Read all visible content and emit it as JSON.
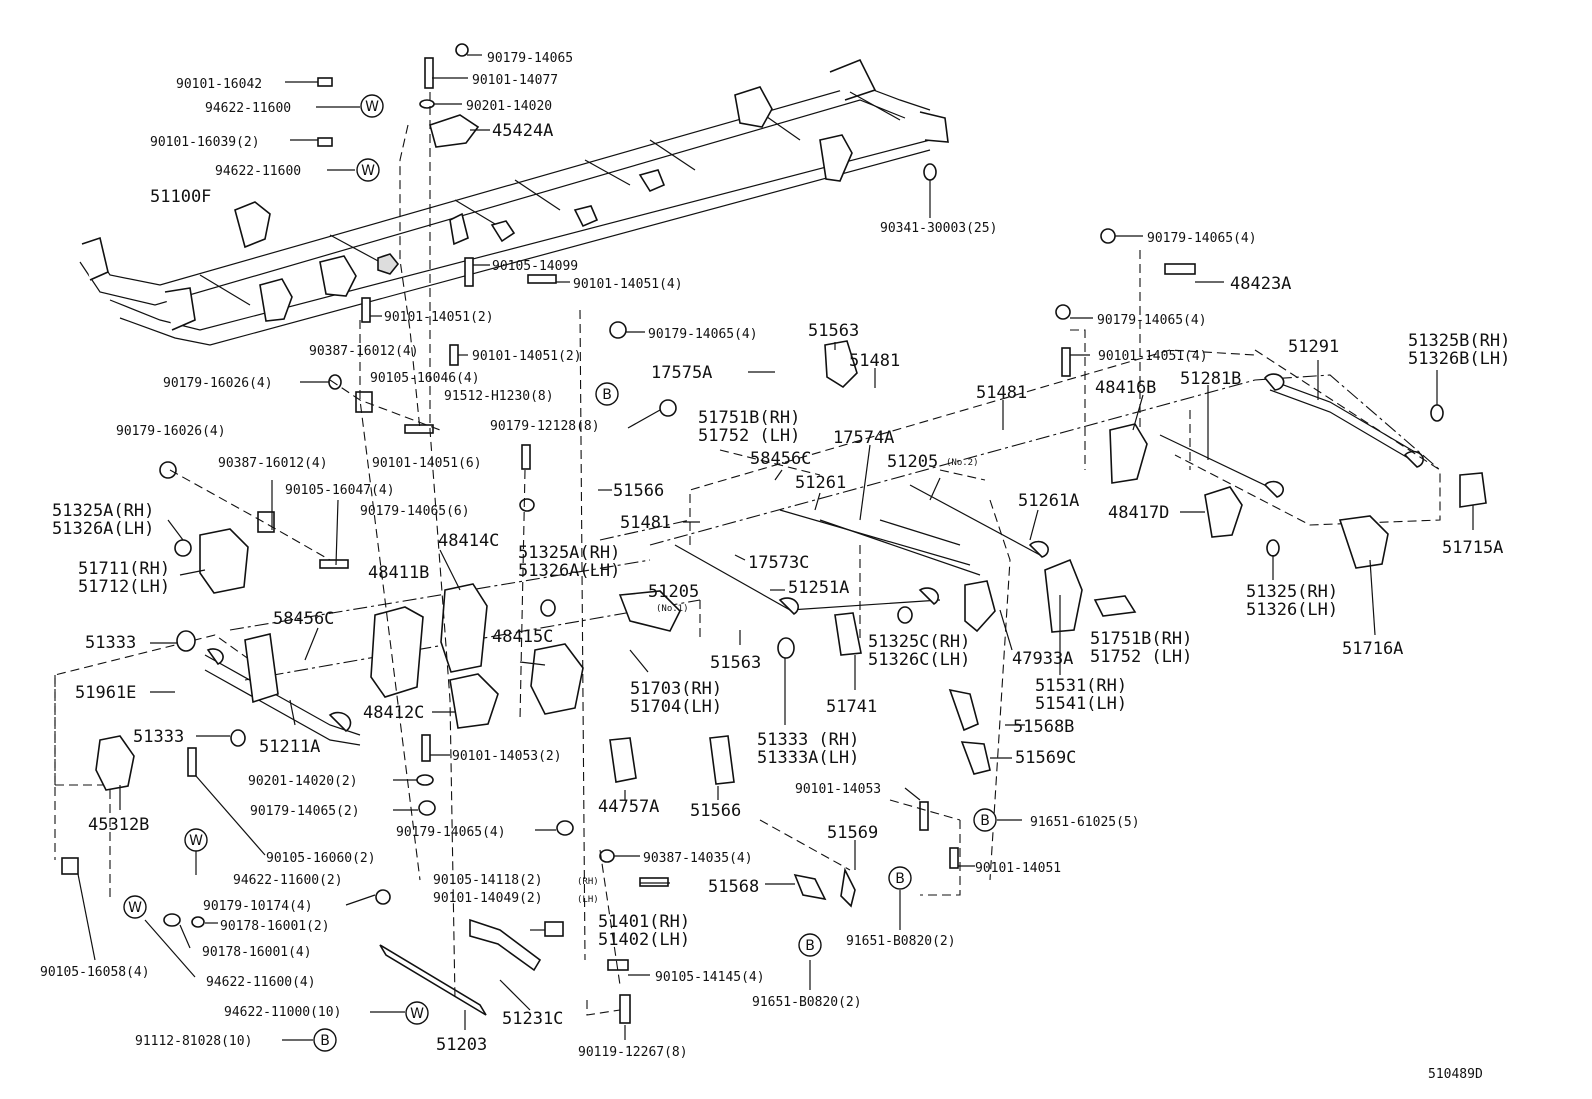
{
  "diagram_id": "510489D",
  "symbols": {
    "washer": "W",
    "bolt": "B"
  },
  "labels": [
    {
      "id": "l1",
      "text": "90179-14065"
    },
    {
      "id": "l2",
      "text": "90101-16042"
    },
    {
      "id": "l3",
      "text": "90101-14077"
    },
    {
      "id": "l4",
      "text": "94622-11600"
    },
    {
      "id": "l5",
      "text": "90201-14020"
    },
    {
      "id": "l6",
      "text": "45424A"
    },
    {
      "id": "l7",
      "text": "90101-16039(2)"
    },
    {
      "id": "l8",
      "text": "94622-11600"
    },
    {
      "id": "l9",
      "text": "51100F"
    },
    {
      "id": "l10",
      "text": "90341-30003(25)"
    },
    {
      "id": "l11",
      "text": "90179-14065(4)"
    },
    {
      "id": "l12",
      "text": "48423A"
    },
    {
      "id": "l13",
      "text": "90105-14099"
    },
    {
      "id": "l14",
      "text": "90101-14051(4)"
    },
    {
      "id": "l15",
      "text": "90101-14051(2)"
    },
    {
      "id": "l16",
      "text": "90179-14065(4)"
    },
    {
      "id": "l17",
      "text": "51563"
    },
    {
      "id": "l18",
      "text": "90179-14065(4)"
    },
    {
      "id": "l19",
      "text": "51291"
    },
    {
      "id": "l20",
      "text": "51325B(RH)"
    },
    {
      "id": "l21",
      "text": "51326B(LH)"
    },
    {
      "id": "l22",
      "text": "90387-16012(4)"
    },
    {
      "id": "l23",
      "text": "90101-14051(2)"
    },
    {
      "id": "l24",
      "text": "51481"
    },
    {
      "id": "l25",
      "text": "90101-14051(4)"
    },
    {
      "id": "l26",
      "text": "90179-16026(4)"
    },
    {
      "id": "l27",
      "text": "90105-16046(4)"
    },
    {
      "id": "l28",
      "text": "17575A"
    },
    {
      "id": "l29",
      "text": "48416B"
    },
    {
      "id": "l30",
      "text": "51281B"
    },
    {
      "id": "l31",
      "text": "91512-H1230(8)"
    },
    {
      "id": "l32",
      "text": "51481"
    },
    {
      "id": "l33",
      "text": "90179-12128(8)"
    },
    {
      "id": "l34",
      "text": "51751B(RH)"
    },
    {
      "id": "l35",
      "text": "51752  (LH)"
    },
    {
      "id": "l36",
      "text": "17574A"
    },
    {
      "id": "l37",
      "text": "90179-16026(4)"
    },
    {
      "id": "l38",
      "text": "90101-14051(6)"
    },
    {
      "id": "l39",
      "text": "58456C"
    },
    {
      "id": "l40",
      "text": "51205"
    },
    {
      "id": "l41",
      "text": "(No.2)"
    },
    {
      "id": "l42",
      "text": "90387-16012(4)"
    },
    {
      "id": "l43",
      "text": "51261"
    },
    {
      "id": "l44",
      "text": "51566"
    },
    {
      "id": "l45",
      "text": "90105-16047(4)"
    },
    {
      "id": "l46",
      "text": "90179-14065(6)"
    },
    {
      "id": "l47",
      "text": "51261A"
    },
    {
      "id": "l48",
      "text": "48417D"
    },
    {
      "id": "l49",
      "text": "51715A"
    },
    {
      "id": "l50",
      "text": "51325A(RH)"
    },
    {
      "id": "l51",
      "text": "51326A(LH)"
    },
    {
      "id": "l52",
      "text": "51481"
    },
    {
      "id": "l53",
      "text": "48414C"
    },
    {
      "id": "l54",
      "text": "17573C"
    },
    {
      "id": "l55",
      "text": "51325A(RH)"
    },
    {
      "id": "l56",
      "text": "51326A(LH)"
    },
    {
      "id": "l57",
      "text": "51711(RH)"
    },
    {
      "id": "l58",
      "text": "51712(LH)"
    },
    {
      "id": "l59",
      "text": "48411B"
    },
    {
      "id": "l60",
      "text": "51251A"
    },
    {
      "id": "l61",
      "text": "51205"
    },
    {
      "id": "l62",
      "text": "(No.1)"
    },
    {
      "id": "l63",
      "text": "51325(RH)"
    },
    {
      "id": "l64",
      "text": "51326(LH)"
    },
    {
      "id": "l65",
      "text": "58456C"
    },
    {
      "id": "l66",
      "text": "51325C(RH)"
    },
    {
      "id": "l67",
      "text": "51326C(LH)"
    },
    {
      "id": "l68",
      "text": "51751B(RH)"
    },
    {
      "id": "l69",
      "text": "51752  (LH)"
    },
    {
      "id": "l70",
      "text": "51333"
    },
    {
      "id": "l71",
      "text": "48415C"
    },
    {
      "id": "l72",
      "text": "51563"
    },
    {
      "id": "l73",
      "text": "47933A"
    },
    {
      "id": "l74",
      "text": "51716A"
    },
    {
      "id": "l75",
      "text": "51961E"
    },
    {
      "id": "l76",
      "text": "51703(RH)"
    },
    {
      "id": "l77",
      "text": "51704(LH)"
    },
    {
      "id": "l78",
      "text": "51741"
    },
    {
      "id": "l79",
      "text": "51531(RH)"
    },
    {
      "id": "l80",
      "text": "51541(LH)"
    },
    {
      "id": "l81",
      "text": "48412C"
    },
    {
      "id": "l82",
      "text": "51568B"
    },
    {
      "id": "l83",
      "text": "51333"
    },
    {
      "id": "l84",
      "text": "51211A"
    },
    {
      "id": "l85",
      "text": "90101-14053(2)"
    },
    {
      "id": "l86",
      "text": "51333  (RH)"
    },
    {
      "id": "l87",
      "text": "51333A(LH)"
    },
    {
      "id": "l88",
      "text": "51569C"
    },
    {
      "id": "l89",
      "text": "90201-14020(2)"
    },
    {
      "id": "l90",
      "text": "44757A"
    },
    {
      "id": "l91",
      "text": "51566"
    },
    {
      "id": "l92",
      "text": "90101-14053"
    },
    {
      "id": "l93",
      "text": "45312B"
    },
    {
      "id": "l94",
      "text": "90179-14065(2)"
    },
    {
      "id": "l95",
      "text": "91651-61025(5)"
    },
    {
      "id": "l96",
      "text": "90179-14065(4)"
    },
    {
      "id": "l97",
      "text": "51569"
    },
    {
      "id": "l98",
      "text": "90105-16060(2)"
    },
    {
      "id": "l99",
      "text": "90387-14035(4)"
    },
    {
      "id": "l100",
      "text": "90101-14051"
    },
    {
      "id": "l101",
      "text": "94622-11600(2)"
    },
    {
      "id": "l102",
      "text": "90105-14118(2)"
    },
    {
      "id": "l103",
      "text": "(RH)"
    },
    {
      "id": "l104",
      "text": "90101-14049(2)"
    },
    {
      "id": "l105",
      "text": "(LH)"
    },
    {
      "id": "l106",
      "text": "51568"
    },
    {
      "id": "l107",
      "text": "90179-10174(4)"
    },
    {
      "id": "l108",
      "text": "91651-B0820(2)"
    },
    {
      "id": "l109",
      "text": "90178-16001(2)"
    },
    {
      "id": "l110",
      "text": "51401(RH)"
    },
    {
      "id": "l111",
      "text": "51402(LH)"
    },
    {
      "id": "l112",
      "text": "90178-16001(4)"
    },
    {
      "id": "l113",
      "text": "90105-16058(4)"
    },
    {
      "id": "l114",
      "text": "94622-11600(4)"
    },
    {
      "id": "l115",
      "text": "90105-14145(4)"
    },
    {
      "id": "l116",
      "text": "94622-11000(10)"
    },
    {
      "id": "l117",
      "text": "51231C"
    },
    {
      "id": "l118",
      "text": "91651-B0820(2)"
    },
    {
      "id": "l119",
      "text": "91112-81028(10)"
    },
    {
      "id": "l120",
      "text": "51203"
    },
    {
      "id": "l121",
      "text": "90119-12267(8)"
    },
    {
      "id": "l122",
      "text": "510489D"
    }
  ]
}
